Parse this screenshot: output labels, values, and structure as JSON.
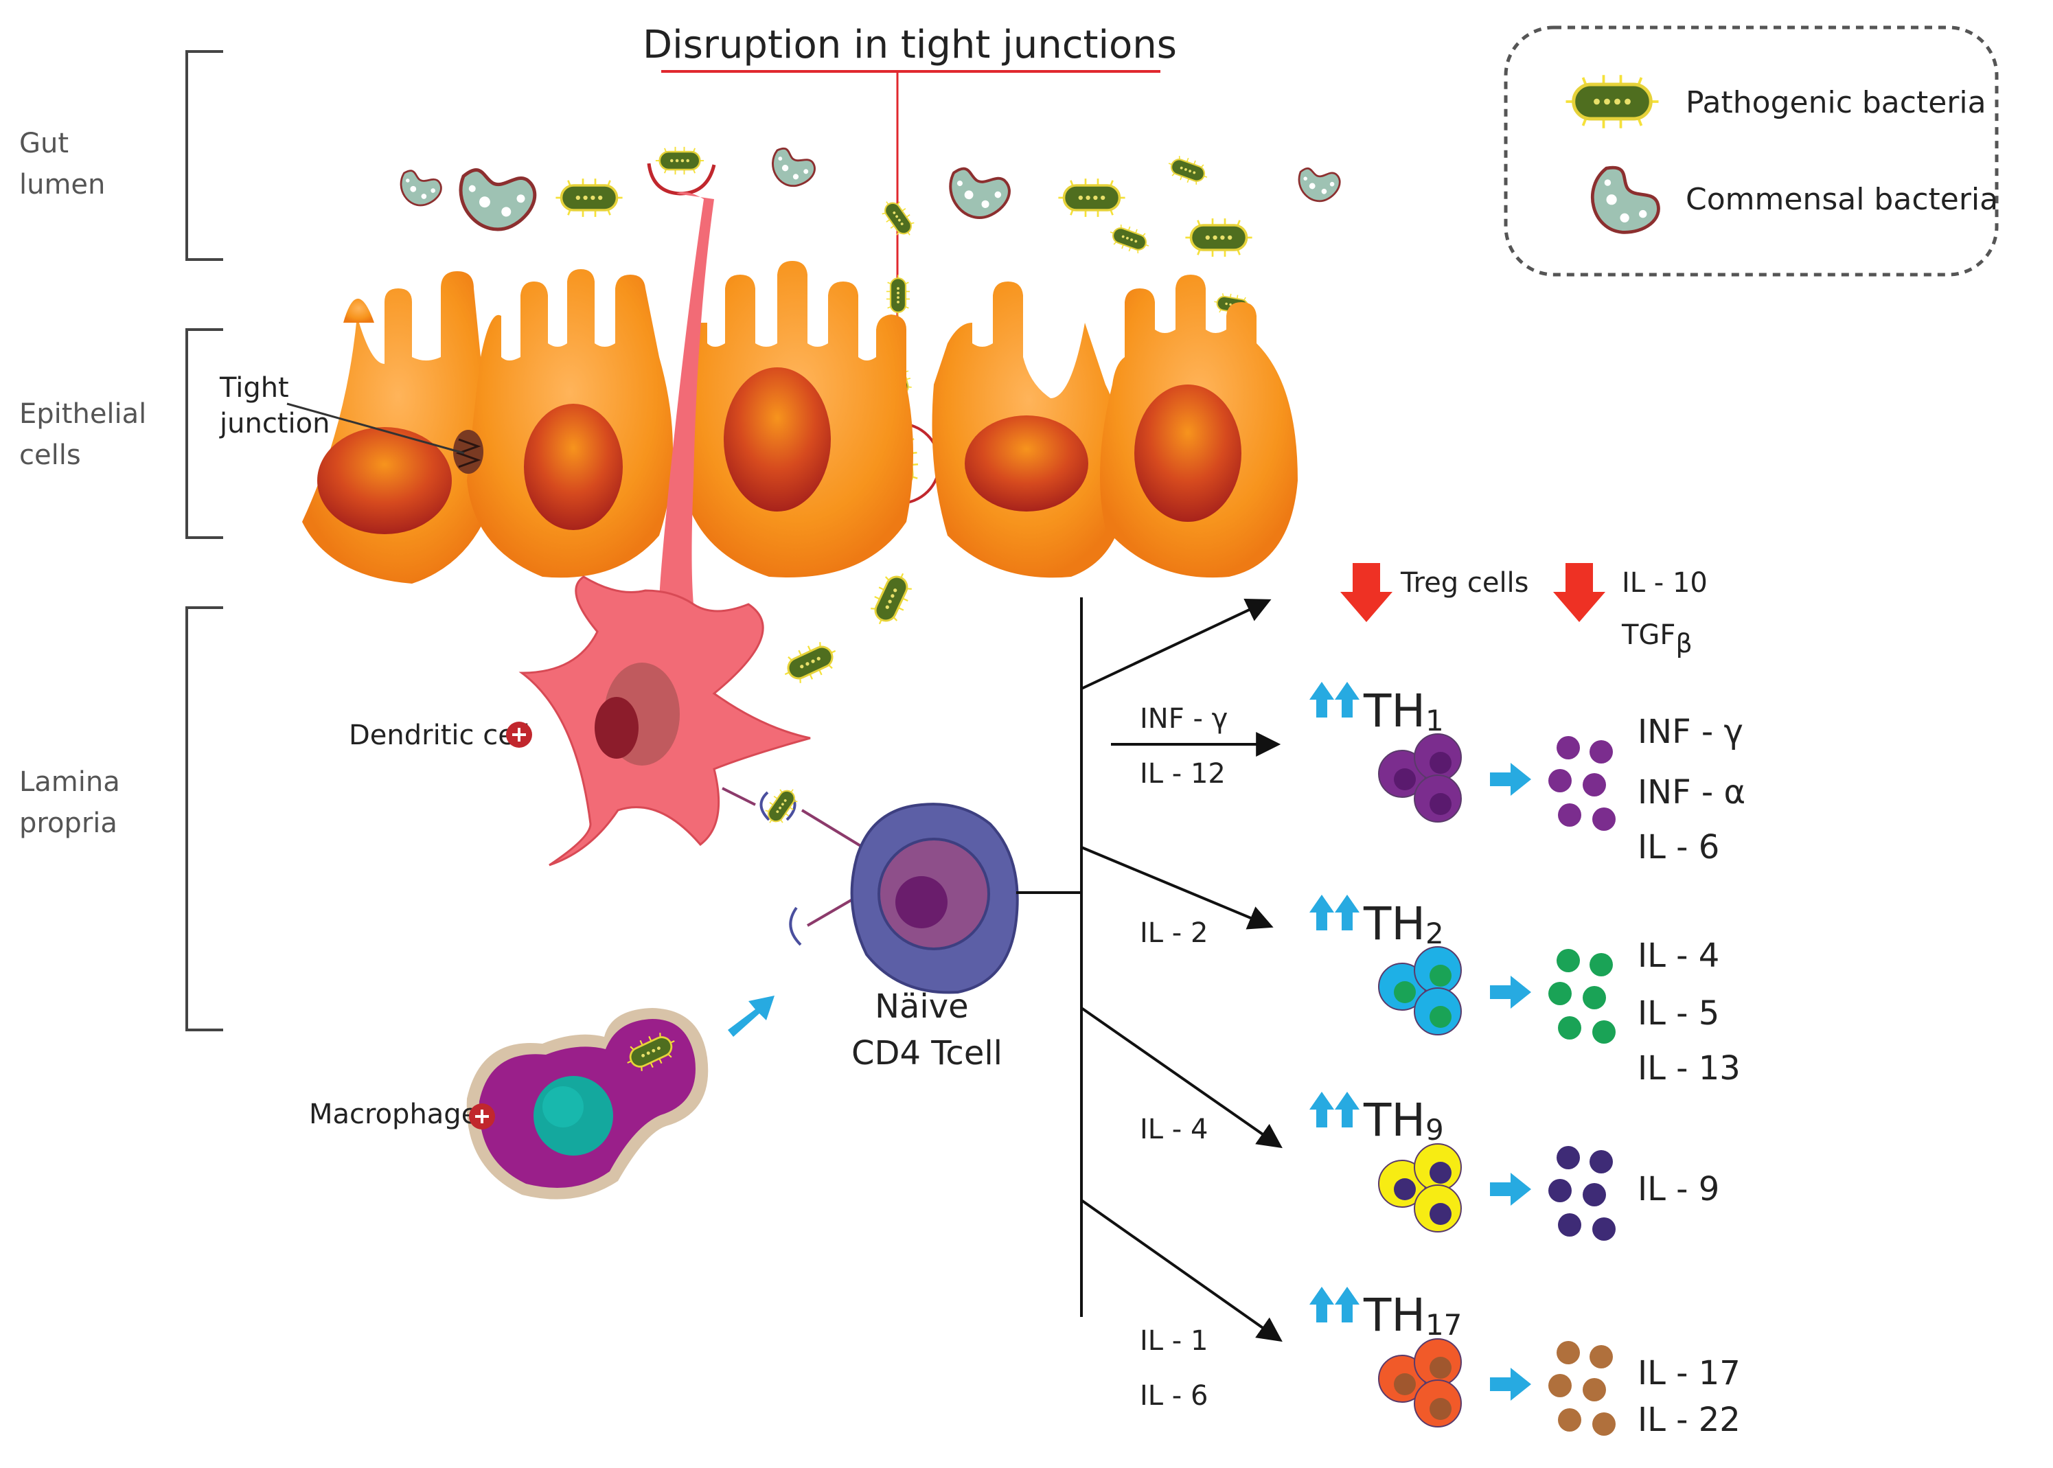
{
  "title": "Disruption in tight junctions",
  "regions": {
    "gut_lumen": [
      "Gut",
      "lumen"
    ],
    "epithelial": [
      "Epithelial",
      "cells"
    ],
    "lamina": [
      "Lamina",
      "propria"
    ]
  },
  "legend": {
    "pathogenic": "Pathogenic bacteria",
    "commensal": "Commensal bacteria"
  },
  "labels": {
    "tight_junction": [
      "Tight",
      "junction"
    ],
    "dendritic": "Dendritic cell",
    "macrophage": "Macrophage",
    "naive": [
      "Näive",
      "CD4 Tcell"
    ]
  },
  "treg": {
    "label": "Treg cells",
    "cytokines": [
      "IL - 10",
      "TGF"
    ],
    "beta": "β"
  },
  "branches": [
    {
      "prefix": "TH",
      "sub": "1",
      "inputs": [
        "INF - γ",
        "IL - 12"
      ],
      "outputs": [
        "INF - γ",
        "INF - α",
        "IL - 6"
      ]
    },
    {
      "prefix": "TH",
      "sub": "2",
      "inputs": [
        "IL - 2"
      ],
      "outputs": [
        "IL - 4",
        "IL - 5",
        "IL - 13"
      ]
    },
    {
      "prefix": "TH",
      "sub": "9",
      "inputs": [
        "IL - 4"
      ],
      "outputs": [
        "IL - 9"
      ]
    },
    {
      "prefix": "TH",
      "sub": "17",
      "inputs": [
        "IL - 1",
        "IL - 6"
      ],
      "outputs": [
        "IL - 17",
        "IL - 22"
      ]
    }
  ],
  "colors": {
    "epithelium": "#f7941d",
    "nucleus": "#c1272d",
    "dendritic": "#f26b76",
    "naive_outer": "#5c5fa6",
    "pathogenic": "#4f6e1f",
    "commensal": "#8fb3a3",
    "red_arrow": "#ee3124",
    "blue_arrow": "#27aae1",
    "th1": "#7b2d8e",
    "th2": "#1eb0e6",
    "th2_out": "#1aa356",
    "th9": "#f7ec13",
    "th9_out": "#3e2b76",
    "th17": "#f15a29",
    "th17_out": "#b0703c",
    "macrophage": "#9a1f8a",
    "macrophage_nucleus": "#14a89e"
  }
}
